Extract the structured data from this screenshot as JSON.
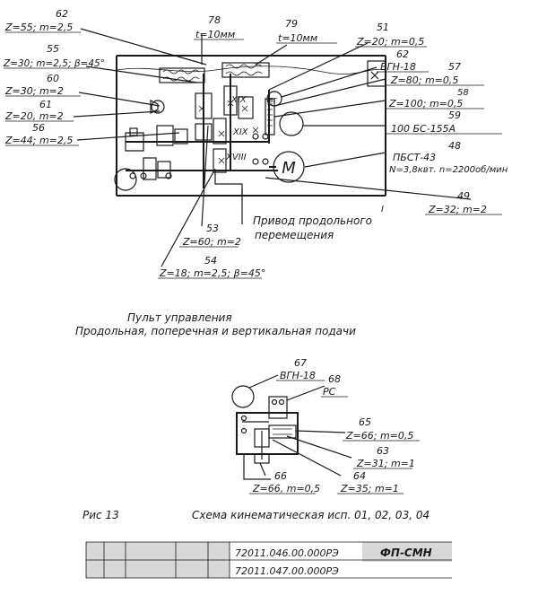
{
  "callouts": {
    "c62a": {
      "num": "62",
      "spec": "Z=55; m=2,5"
    },
    "c55": {
      "num": "55",
      "spec": "Z=30; m=2,5; β=45°"
    },
    "c60": {
      "num": "60",
      "spec": "Z=30; m=2"
    },
    "c61": {
      "num": "61",
      "spec": "Z=20, m=2"
    },
    "c56": {
      "num": "56",
      "spec": "Z=44; m=2,5"
    },
    "c78": {
      "num": "78",
      "spec": "t=10мм"
    },
    "c79": {
      "num": "79",
      "spec": "t=10мм"
    },
    "c51": {
      "num": "51",
      "spec": "Z=20; m=0,5"
    },
    "c62b": {
      "num": "62",
      "spec": "ВГН-18"
    },
    "c57": {
      "num": "57",
      "spec": "Z=80; m=0,5"
    },
    "c58": {
      "num": "58",
      "spec": "Z=100; m=0,5"
    },
    "c59": {
      "num": "59",
      "spec": "100 БС-155А"
    },
    "c48": {
      "num": "48",
      "spec": "ПБСТ-43",
      "spec2": "N=3,8квт. n=2200об/мин"
    },
    "c49": {
      "num": "49",
      "spec": "Z=32; m=2"
    },
    "c53": {
      "num": "53",
      "spec": "Z=60; m=2"
    },
    "c54": {
      "num": "54",
      "spec": "Z=18; m=2,5; β=45°"
    },
    "c67": {
      "num": "67",
      "spec": "ВГН-18"
    },
    "c68": {
      "num": "68",
      "spec": "РС"
    },
    "c65": {
      "num": "65",
      "spec": "Z=66; m=0,5"
    },
    "c63": {
      "num": "63",
      "spec": "Z=31; m=1"
    },
    "c64": {
      "num": "64",
      "spec": "Z=35; m=1"
    },
    "c66": {
      "num": "66",
      "spec": "Z=66, m=0,5"
    }
  },
  "shafts": {
    "s19": "XIX",
    "s20": "XIX",
    "s18": "XVIII",
    "ext": "I"
  },
  "motor": {
    "symbol": "M"
  },
  "drive_note": {
    "line1": "Привод продольного",
    "line2": "перемещения"
  },
  "panel": {
    "line1": "Пульт управления",
    "line2": "Продольная, поперечная и вертикальная подачи"
  },
  "caption": {
    "fig": "Рис 13",
    "title": "Схема кинематическая исп. 01, 02, 03, 04"
  },
  "stamp": {
    "doc1": "72011.046.00.000РЭ",
    "doc2": "72011.047.00.000РЭ",
    "org": "ФП-СМН"
  }
}
